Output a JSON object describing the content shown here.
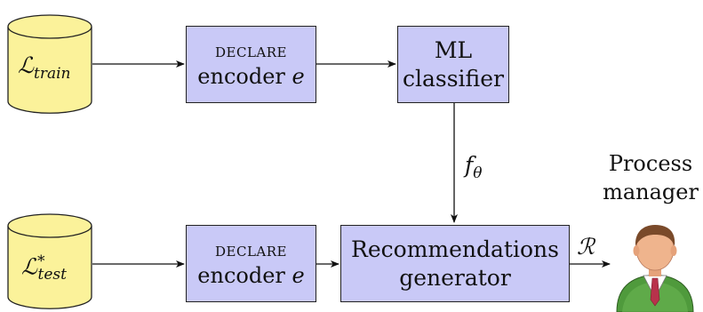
{
  "datasets": {
    "train": {
      "symbol": "ℒ",
      "sub": "train",
      "sup": ""
    },
    "test": {
      "symbol": "ℒ",
      "sub": "test",
      "sup": "*"
    }
  },
  "boxes": {
    "encoder_top": {
      "line1": "declare",
      "line2_text": "encoder ",
      "line2_var": "e"
    },
    "classifier": {
      "line1": "ML",
      "line2": "classifier"
    },
    "encoder_bottom": {
      "line1": "declare",
      "line2_text": "encoder ",
      "line2_var": "e"
    },
    "generator": {
      "line1": "Recommendations",
      "line2": "generator"
    }
  },
  "edge_labels": {
    "model": {
      "symbol": "f",
      "sub": "θ"
    },
    "output": "ℛ"
  },
  "actor": {
    "line1": "Process",
    "line2": "manager",
    "icon": "business-person-icon"
  },
  "colors": {
    "database_fill": "#fbf29a",
    "box_fill": "#c9c9f7"
  }
}
